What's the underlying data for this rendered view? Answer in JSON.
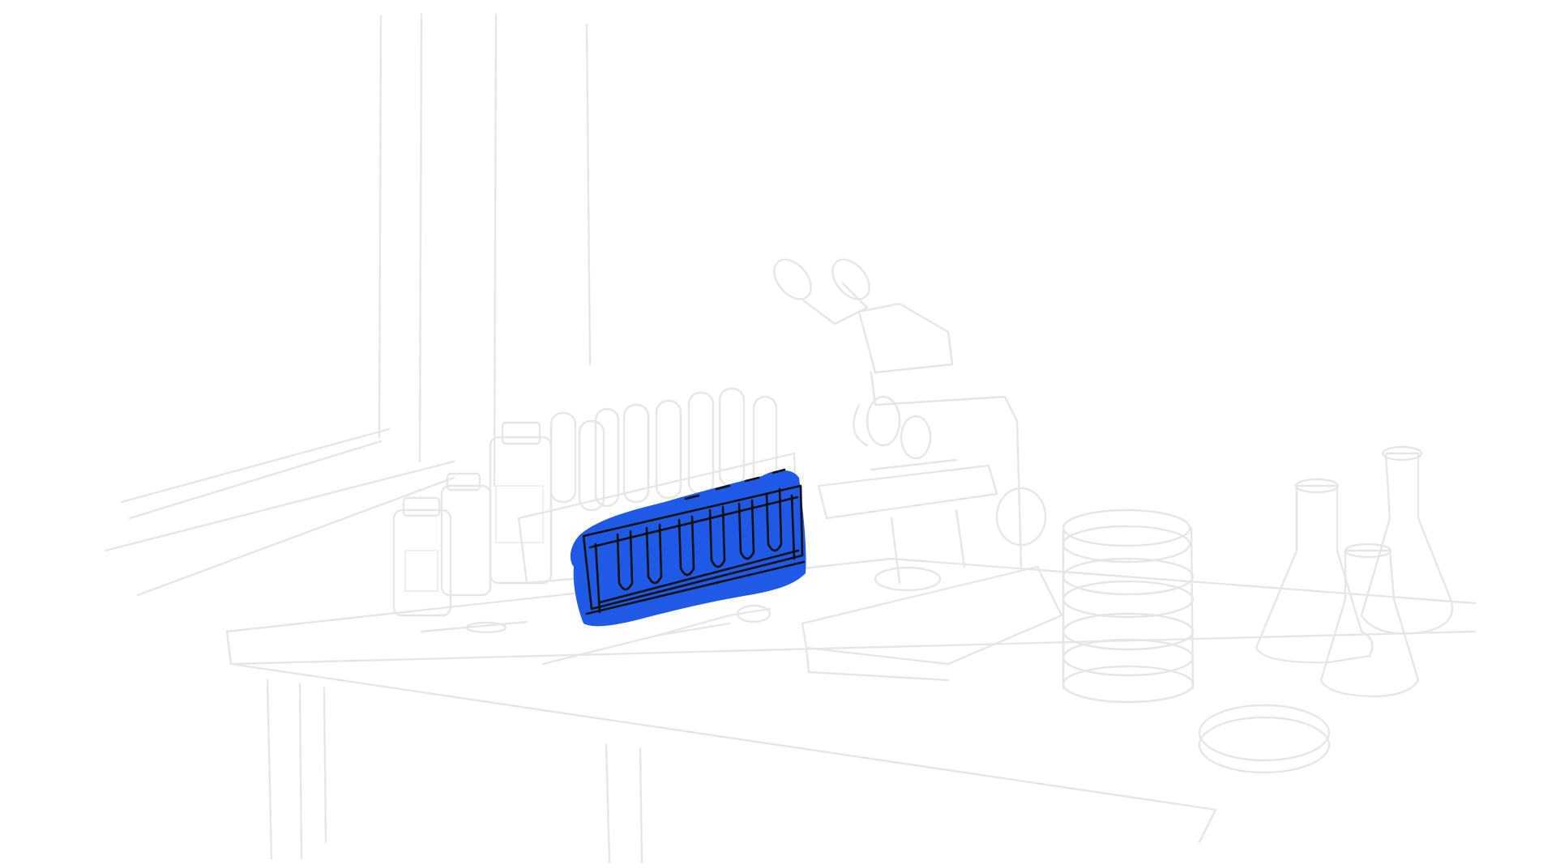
{
  "scene": {
    "highlight_color": "#1f5ae6",
    "sketch_color": "#e6e6e6",
    "ink_color": "#111111",
    "background": "#ffffff",
    "icons": [
      "window-sketch",
      "lab-table-sketch",
      "bottle-sketch",
      "test-tube-sketch",
      "test-tube-rack-icon",
      "pipette-sketch",
      "microscope-sketch",
      "petri-dish-stack-sketch",
      "erlenmeyer-flask-sketch",
      "petri-dish-sketch"
    ]
  }
}
